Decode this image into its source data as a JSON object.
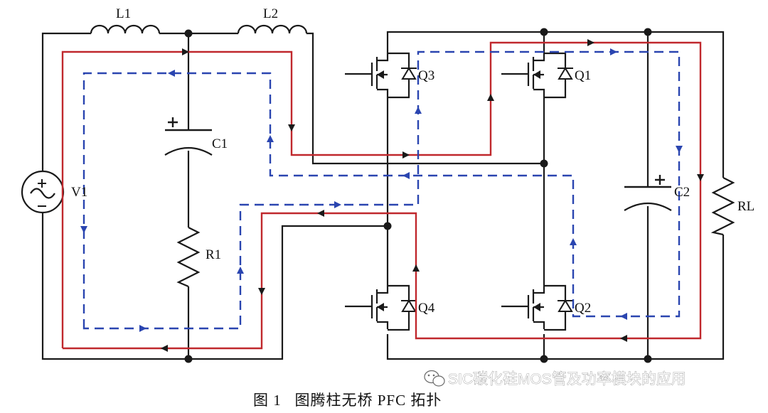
{
  "labels": {
    "l1": "L1",
    "l2": "L2",
    "c1": "C1",
    "c2": "C2",
    "r1": "R1",
    "rl": "RL",
    "v1": "V1",
    "q1": "Q1",
    "q2": "Q2",
    "q3": "Q3",
    "q4": "Q4"
  },
  "watermark": "SIC碳化硅MOS管及功率模块的应用",
  "caption": "图 1   图腾柱无桥 PFC 拓扑",
  "colors": {
    "wire": "#1a1a1a",
    "current_path_1": "#c0282d",
    "current_path_2": "#2a45b0"
  },
  "icons": {
    "source": "ac-source-icon",
    "watermark_logo": "wechat-icon"
  }
}
